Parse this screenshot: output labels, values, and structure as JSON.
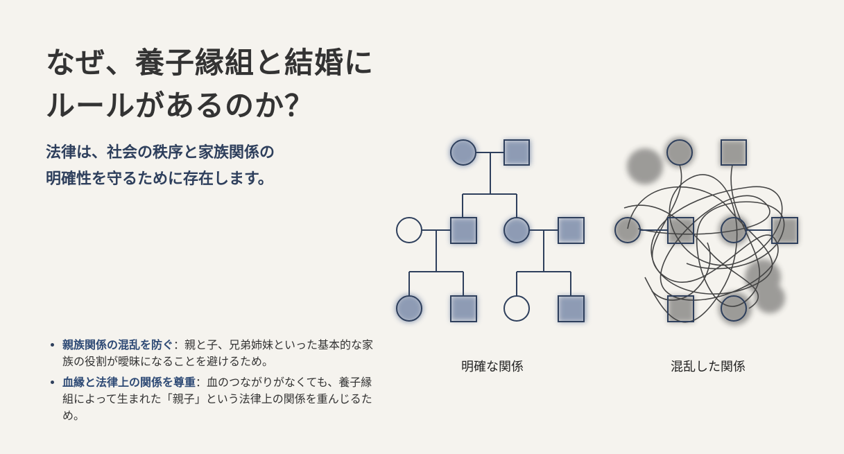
{
  "title": {
    "line1": "なぜ、養子縁組と結婚に",
    "line2": "ルールがあるのか？"
  },
  "subtitle": {
    "line1": "法律は、社会の秩序と家族関係の",
    "line2": "明確性を守るために存在します。"
  },
  "bullets": [
    {
      "keyword": "親族関係の混乱を防ぐ",
      "text": "：親と子、兄弟姉妹といった基本的な家族の役割が曖昧になることを避けるため。"
    },
    {
      "keyword": "血縁と法律上の関係を尊重",
      "text": "：血のつながりがなくても、養子縁組によって生まれた「親子」という法律上の関係を重んじるため。"
    }
  ],
  "diagrams": {
    "clear_label": "明確な関係",
    "chaos_label": "混乱した関係"
  },
  "colors": {
    "navy": "#2e3f5c",
    "ink": "#333333"
  }
}
